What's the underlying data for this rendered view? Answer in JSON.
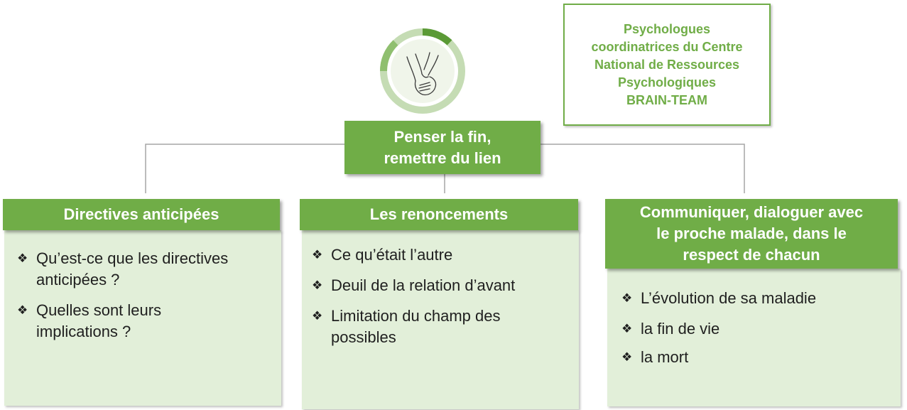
{
  "credit": {
    "lines": [
      "Psychologues",
      "coordinatrices du Centre",
      "National de Ressources",
      "Psychologiques",
      "BRAIN-TEAM"
    ]
  },
  "logo": {
    "icon": "holding-hands-icon",
    "ring_color": "#70ad47",
    "ring_light": "#c5dcb4"
  },
  "title": {
    "lines": [
      "Penser la fin,",
      "remettre du lien"
    ]
  },
  "columns": [
    {
      "header": [
        "Directives anticipées"
      ],
      "items": [
        [
          "Qu’est-ce que les directives",
          "anticipées ?"
        ],
        [
          "Quelles sont leurs",
          "implications ?"
        ]
      ]
    },
    {
      "header": [
        "Les renoncements"
      ],
      "items": [
        [
          "Ce qu’était l’autre"
        ],
        [
          "Deuil de la relation d’avant"
        ],
        [
          "Limitation du champ des",
          "possibles"
        ]
      ]
    },
    {
      "header": [
        "Communiquer, dialoguer avec",
        "le proche malade, dans le",
        "respect de chacun"
      ],
      "items": [
        [
          "L’évolution de sa maladie"
        ],
        [
          "la fin de vie"
        ],
        [
          "la mort"
        ]
      ]
    }
  ],
  "colors": {
    "accent": "#70ad47",
    "panel": "#e2efd9",
    "connector": "#a6a6a6"
  },
  "bullet_glyph": "❖"
}
